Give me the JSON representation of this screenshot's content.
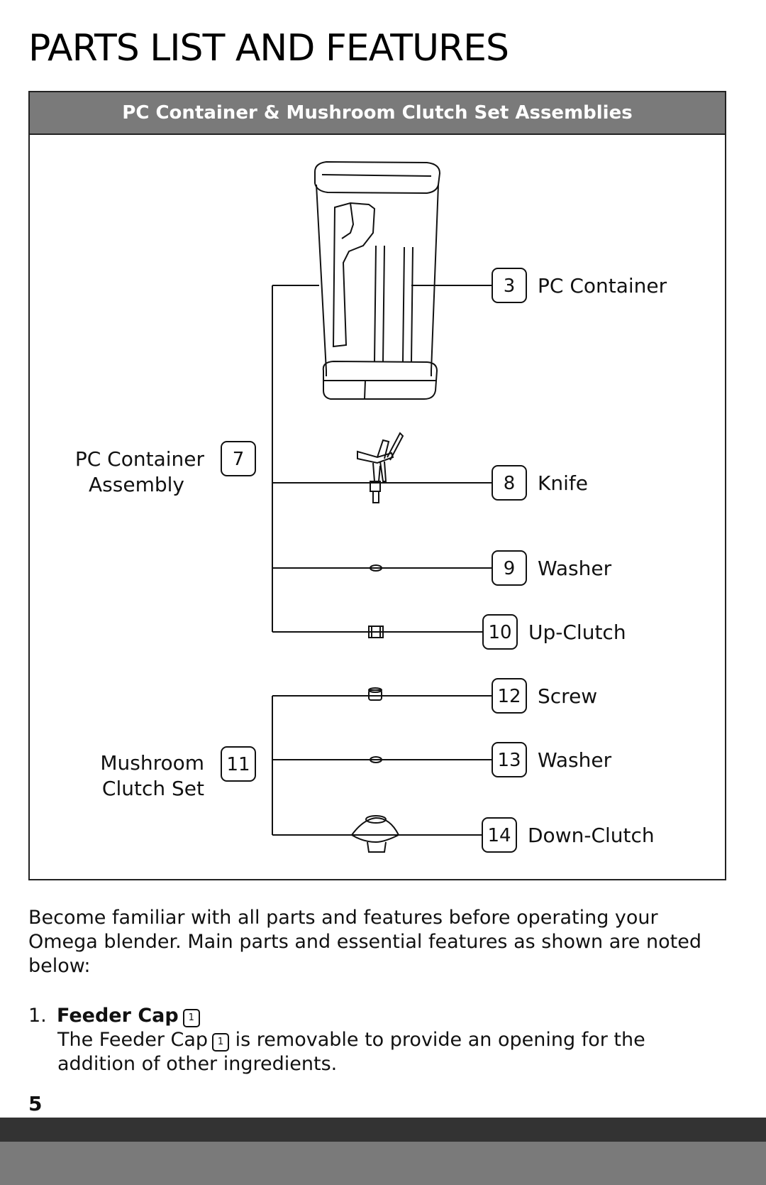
{
  "page": {
    "title": "PARTS LIST AND FEATURES",
    "page_number": "5"
  },
  "panel": {
    "heading": "PC Container & Mushroom Clutch Set Assemblies",
    "groups": {
      "assembly": {
        "number": "7",
        "label_line1": "PC Container",
        "label_line2": "Assembly"
      },
      "clutch_set": {
        "number": "11",
        "label_line1": "Mushroom",
        "label_line2": "Clutch Set"
      }
    },
    "callouts": [
      {
        "number": "3",
        "label": "PC Container"
      },
      {
        "number": "8",
        "label": "Knife"
      },
      {
        "number": "9",
        "label": "Washer"
      },
      {
        "number": "10",
        "label": "Up-Clutch"
      },
      {
        "number": "12",
        "label": "Screw"
      },
      {
        "number": "13",
        "label": "Washer"
      },
      {
        "number": "14",
        "label": "Down-Clutch"
      }
    ]
  },
  "intro": "Become familiar with all parts and features before operating your Omega blender.  Main parts and essential features as shown are noted below:",
  "features": [
    {
      "index": "1.",
      "name": "Feeder Cap",
      "ref": "1",
      "text_before": "The Feeder Cap",
      "text_after": "is removable to provide an opening for the addition of other ingredients."
    }
  ]
}
